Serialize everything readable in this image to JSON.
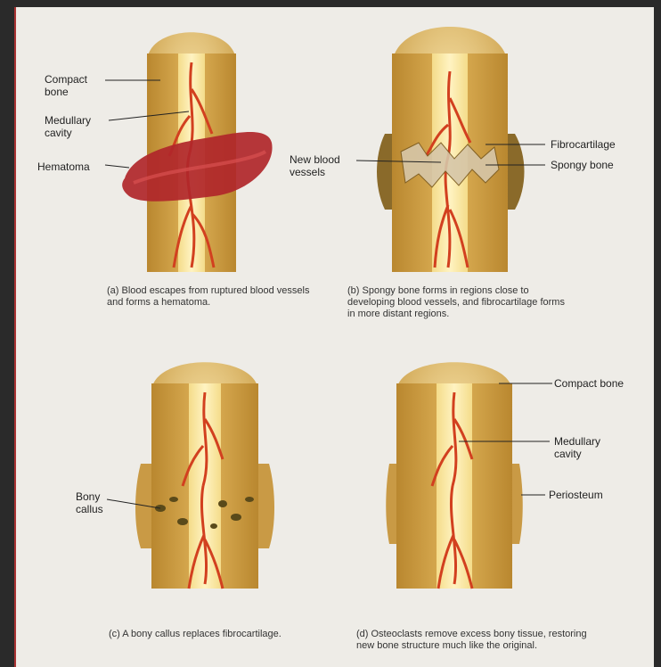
{
  "panels": {
    "a": {
      "labels": {
        "compact_bone": "Compact\nbone",
        "medullary_cavity": "Medullary\ncavity",
        "hematoma": "Hematoma"
      },
      "caption": "(a) Blood escapes from ruptured blood vessels and forms a hematoma."
    },
    "b": {
      "labels": {
        "new_blood_vessels": "New blood\nvessels",
        "fibrocartilage": "Fibrocartilage",
        "spongy_bone": "Spongy bone"
      },
      "caption": "(b) Spongy bone forms in regions close to developing blood vessels, and fibrocartilage forms in more distant regions."
    },
    "c": {
      "labels": {
        "bony_callus": "Bony\ncallus"
      },
      "caption": "(c) A bony callus replaces fibrocartilage."
    },
    "d": {
      "labels": {
        "compact_bone": "Compact bone",
        "medullary_cavity": "Medullary\ncavity",
        "periosteum": "Periosteum"
      },
      "caption": "(d) Osteoclasts remove excess bony tissue, restoring new bone structure much like the original."
    }
  },
  "colors": {
    "bone_outer": "#d4a54a",
    "bone_inner": "#efd27a",
    "marrow": "#f6e6a0",
    "vessel": "#d2401f",
    "hematoma": "#b0262a",
    "callus": "#8a6a2a"
  }
}
